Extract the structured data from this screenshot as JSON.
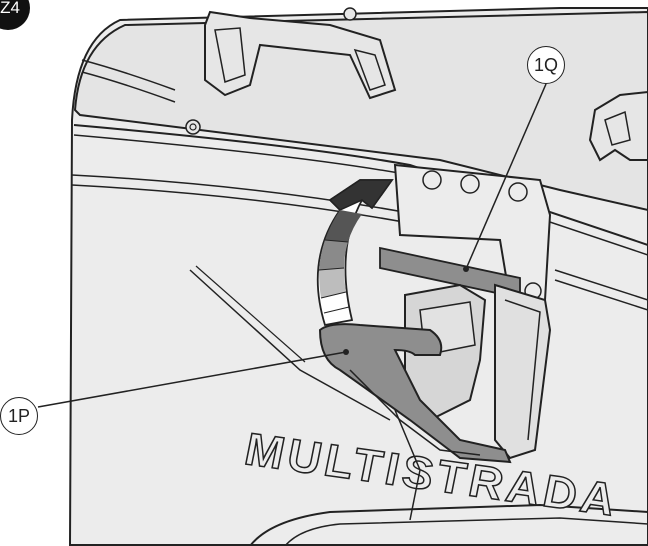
{
  "figure": {
    "badge": "Z4",
    "callouts": [
      {
        "id": "1Q",
        "label": "1Q"
      },
      {
        "id": "1P",
        "label": "1P"
      }
    ],
    "embossed_text": "MULTISTRADA",
    "colors": {
      "line": "#222222",
      "body_fill": "#ececec",
      "metal_fill": "#d6d6d6",
      "dark_part": "#8e8e8e",
      "arrow_dark": "#333333"
    }
  }
}
